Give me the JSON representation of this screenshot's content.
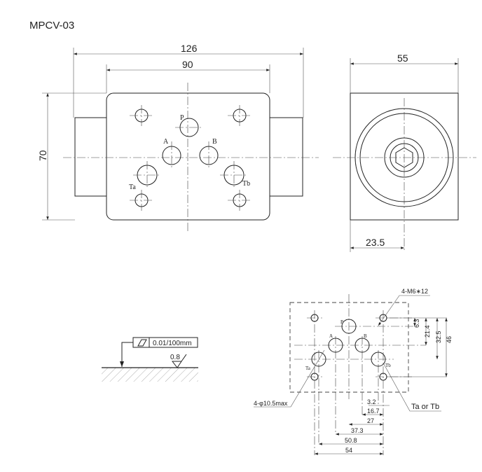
{
  "title": "MPCV-03",
  "top_view": {
    "dim_overall": "126",
    "dim_body": "90",
    "dim_height": "70",
    "ports": {
      "p": "P",
      "a": "A",
      "b": "B",
      "ta": "Ta",
      "tb": "Tb"
    }
  },
  "side_view": {
    "dim_width": "55",
    "dim_offset": "23.5"
  },
  "surface": {
    "flatness": "0.01/100mm",
    "roughness": "0.8"
  },
  "interface": {
    "bolt_label": "4-M6∗12",
    "port_label": "4-φ10.5max",
    "tank_label": "Ta or Tb",
    "ports": {
      "p": "P",
      "a": "A",
      "b": "B",
      "ta": "Ta",
      "tb": "Tb"
    },
    "vertical_dims": [
      "6.3",
      "21.4",
      "32.5",
      "46"
    ],
    "horizontal_dims": [
      "3.2",
      "16.7",
      "27",
      "37.3",
      "50.8",
      "54"
    ]
  }
}
